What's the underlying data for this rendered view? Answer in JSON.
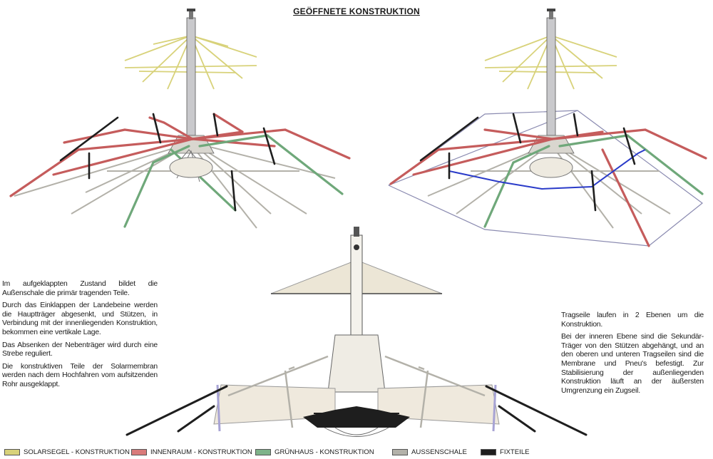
{
  "title": "GEÖFFNETE KONSTRUKTION",
  "text_left": [
    "Im aufgeklappten Zustand bildet die Außenschale die primär tragenden Teile.",
    "Durch das Einklappen der Landebeine werden die Hauptträger abgesenkt, und Stützen, in Verbindung mit der innenliegenden Konstruktion, bekommen eine vertikale Lage.",
    "Das Absenken der Nebenträger wird durch eine Strebe reguliert.",
    "Die konstruktiven Teile der Solarmembran werden nach dem Hochfahren vom aufsitzenden Rohr ausgeklappt."
  ],
  "text_right": [
    "Tragseile laufen in 2 Ebenen um die Konstruktion.",
    "Bei der inneren Ebene sind die Sekundär-Träger von den Stützen abgehängt, und an den oberen und unteren Tragseilen sind die Membrane und Pneu's befestigt. Zur Stabilisierung der außenliegenden Konstruktion läuft an der äußersten Umgrenzung ein Zugseil."
  ],
  "legend": [
    {
      "label": "SOLARSEGEL - KONSTRUKTION",
      "color": "#d8d27a"
    },
    {
      "label": "INNENRAUM - KONSTRUKTION",
      "color": "#d97b7b"
    },
    {
      "label": "GRÜNHAUS - KONSTRUKTION",
      "color": "#7fb38a"
    },
    {
      "label": "AUSSENSCHALE",
      "color": "#b3b1a9"
    },
    {
      "label": "FIXTEILE",
      "color": "#1e1e1e"
    }
  ],
  "colors": {
    "solar": "#d8d27a",
    "innen": "#c55c5c",
    "gruen": "#6fa87a",
    "schale": "#b3b1a9",
    "fix": "#1e1e1e",
    "cable": "#8a8ab0",
    "blue": "#2a3bc9"
  }
}
